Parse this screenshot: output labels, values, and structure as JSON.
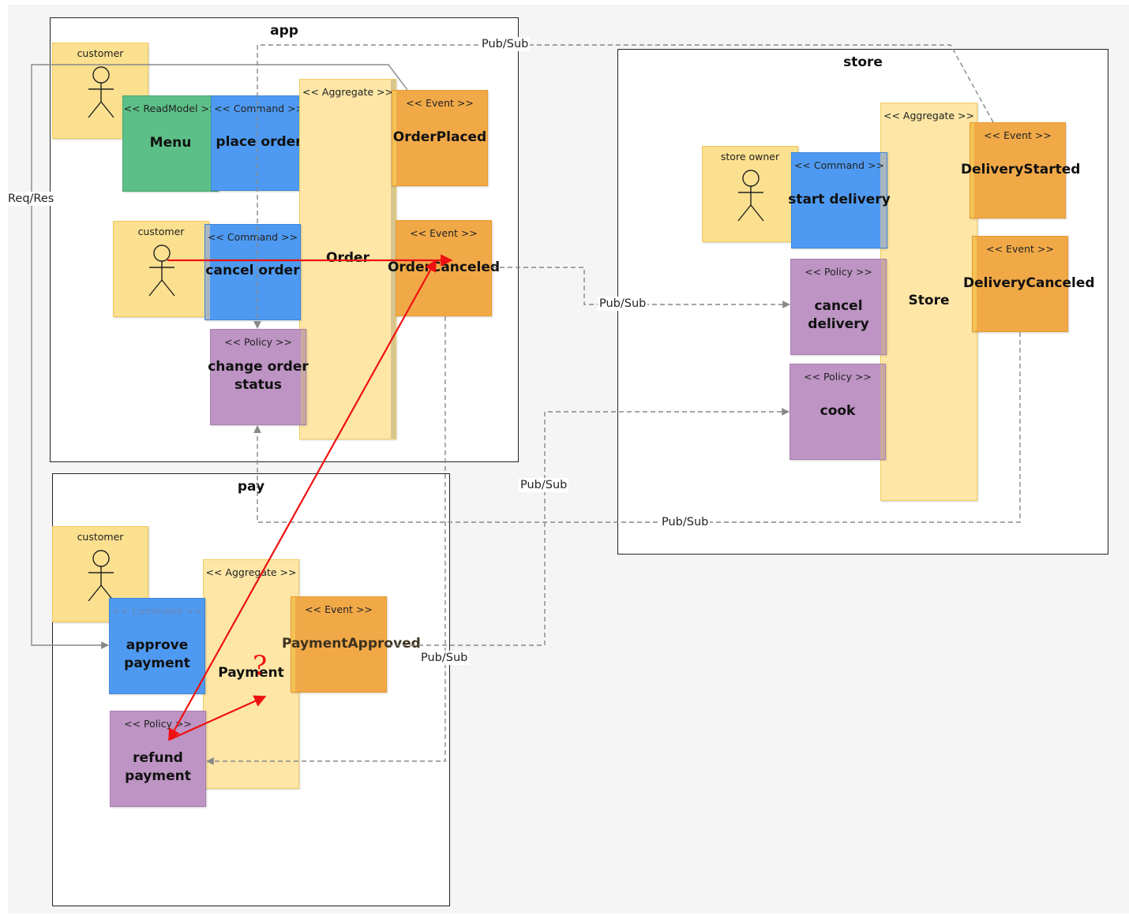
{
  "contexts": {
    "app": {
      "title": "app"
    },
    "store": {
      "title": "store"
    },
    "pay": {
      "title": "pay"
    }
  },
  "stereotypes": {
    "readmodel": "<< ReadModel >>",
    "command": "<< Command >>",
    "aggregate": "<< Aggregate >>",
    "event": "<< Event >>",
    "policy": "<< Policy >>"
  },
  "app": {
    "actor_customer_1": "customer",
    "readmodel_menu": "Menu",
    "command_place_order": "place order",
    "aggregate_order": "Order",
    "event_order_placed": "OrderPlaced",
    "actor_customer_2": "customer",
    "command_cancel_order": "cancel order",
    "event_order_canceled": "OrderCanceled",
    "policy_change_order_status": "change order\nstatus"
  },
  "store": {
    "actor_store_owner": "store owner",
    "command_start_delivery": "start delivery",
    "aggregate_store": "Store",
    "event_delivery_started": "DeliveryStarted",
    "event_delivery_canceled": "DeliveryCanceled",
    "policy_cancel_delivery": "cancel delivery",
    "policy_cook": "cook"
  },
  "pay": {
    "actor_customer": "customer",
    "command_approve_payment": "approve payment",
    "aggregate_payment": "Payment",
    "event_payment_approved": "PaymentApproved",
    "policy_refund_payment": "refund payment"
  },
  "connections": {
    "pubsub_top": "Pub/Sub",
    "reqres": "Req/Res",
    "pubsub_cancel_delivery": "Pub/Sub",
    "pubsub_cook": "Pub/Sub",
    "pubsub_bottom": "Pub/Sub",
    "pubsub_refund": "Pub/Sub"
  },
  "annotations": {
    "question_mark": "?"
  },
  "colors": {
    "actor": "#fbe08f",
    "readmodel": "#5cbf87",
    "command": "#4e9af2",
    "aggregate": "#fde6a6",
    "event": "#f1a948",
    "policy": "#bd94c4",
    "red_annotation": "#ee1111",
    "connector": "#888888"
  }
}
